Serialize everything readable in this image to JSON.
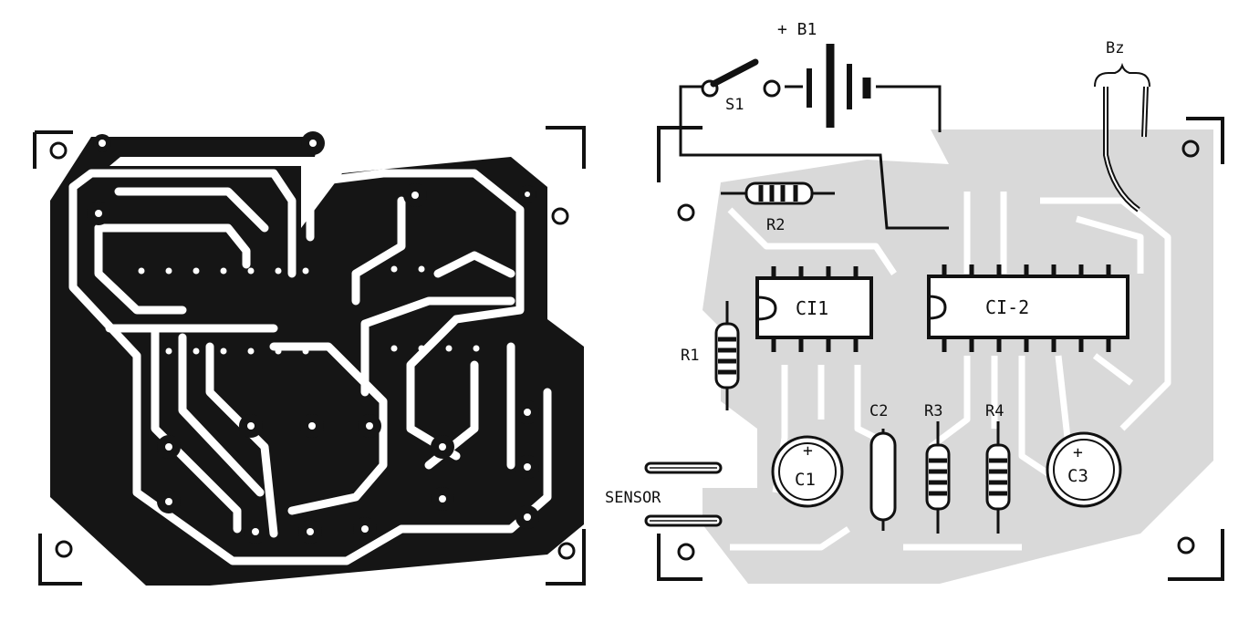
{
  "labels": {
    "b1": "+ B1",
    "s1": "S1",
    "bz": "Bz",
    "r1": "R1",
    "r2": "R2",
    "r3": "R3",
    "r4": "R4",
    "c1": "C1",
    "c2": "C2",
    "c3": "C3",
    "ci1": "CI1",
    "ci2": "CI-2",
    "sensor": "SENSOR",
    "plus": "+"
  },
  "colors": {
    "copper": "#151515",
    "ink": "#111111",
    "trace_gray": "#d9d9d9",
    "paper": "#ffffff"
  }
}
